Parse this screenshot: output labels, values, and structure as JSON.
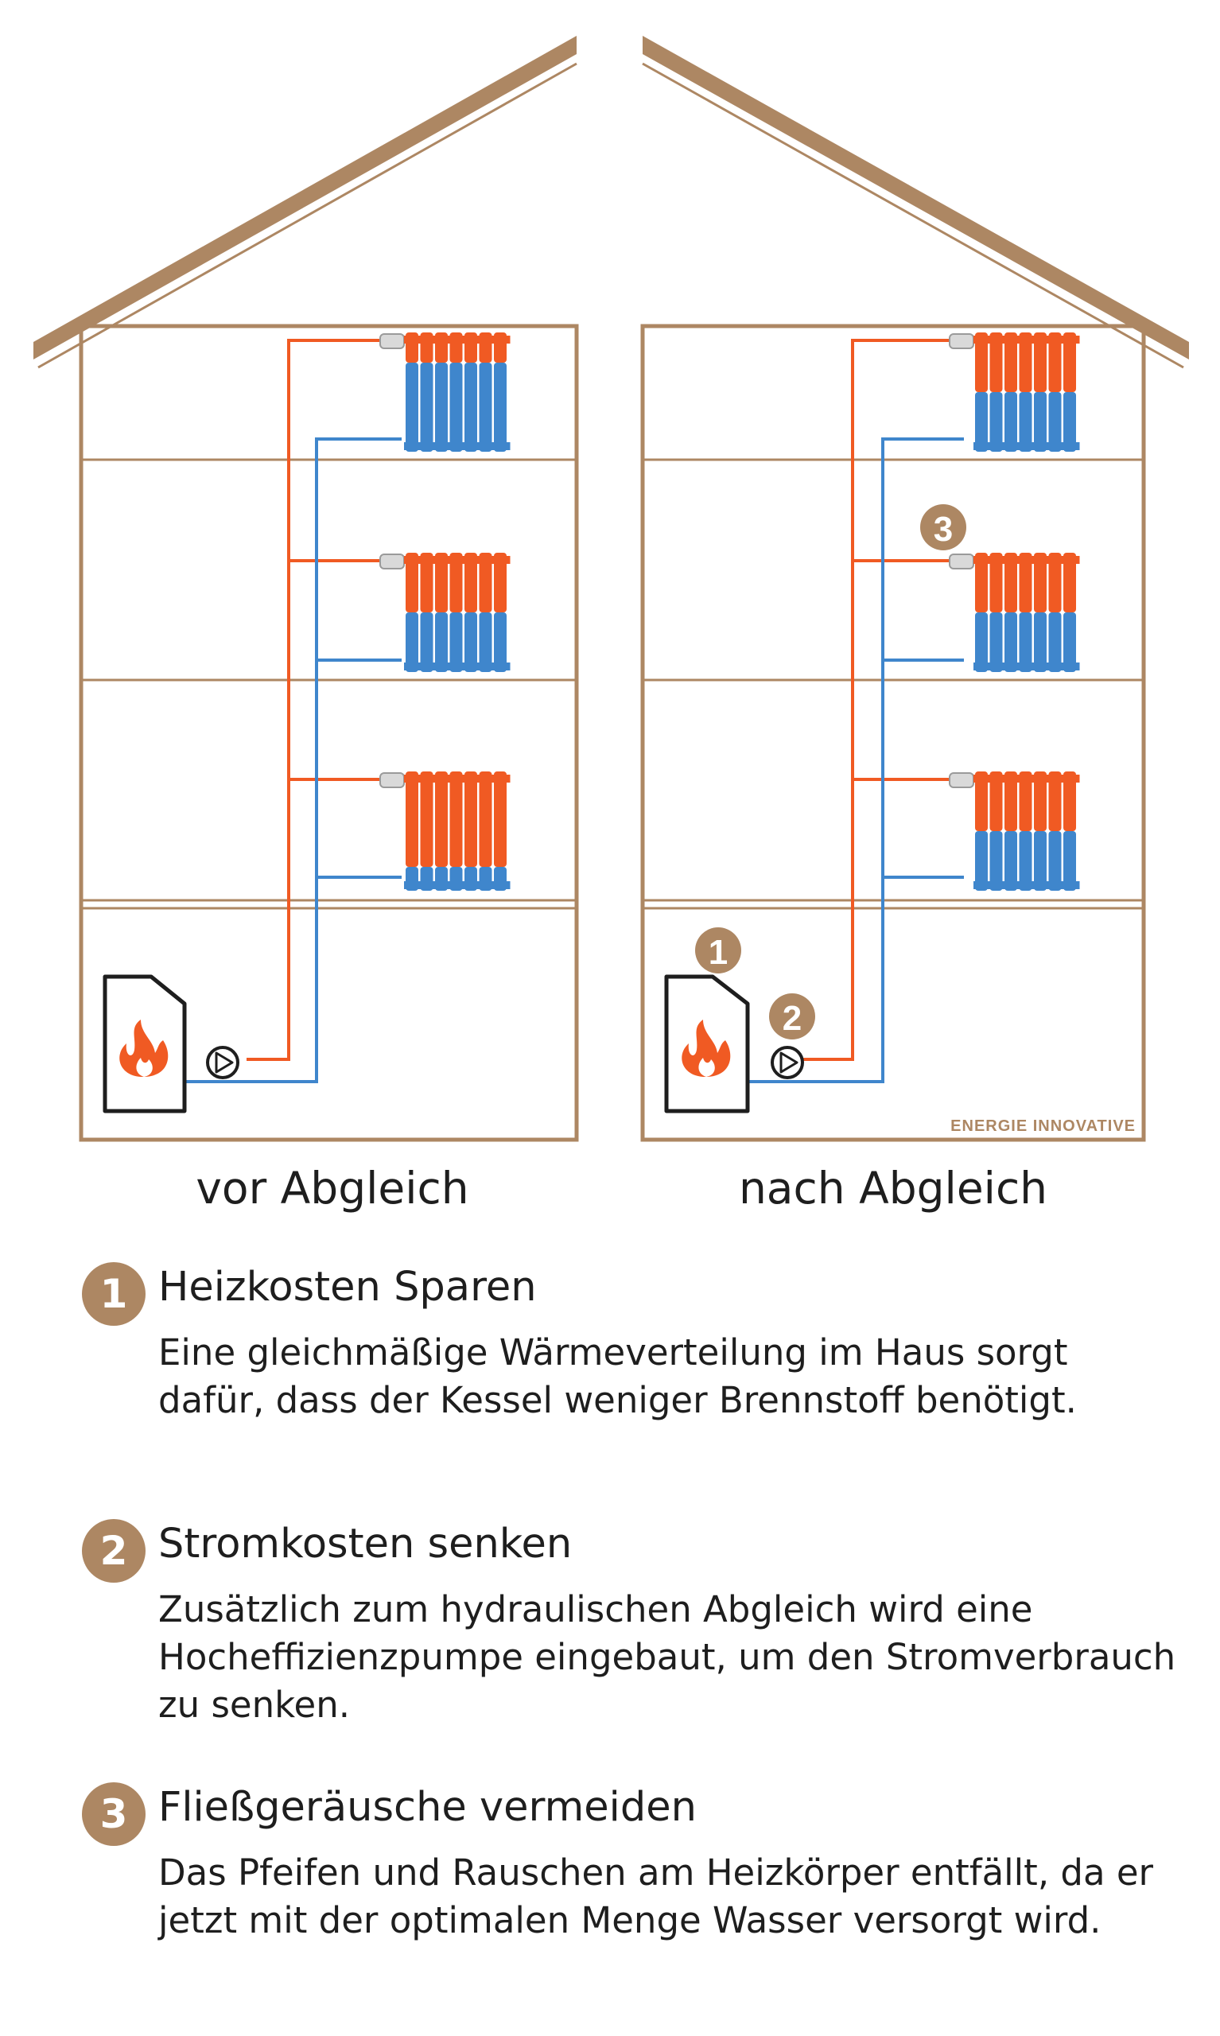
{
  "diagram": {
    "left_caption": "vor Abgleich",
    "right_caption": "nach Abgleich",
    "logo": "ENERGIE INNOVATIVE",
    "markers": [
      "1",
      "2",
      "3"
    ],
    "colors": {
      "frame": "#ad8763",
      "supply_pipe": "#f05a23",
      "return_pipe": "#3f86cc",
      "radiator_hot": "#f05a23",
      "radiator_cold": "#3f86cc",
      "flame": "#f05a23"
    },
    "radiator_fill": {
      "before": [
        0.25,
        0.5,
        0.8
      ],
      "after": [
        0.5,
        0.5,
        0.5
      ]
    }
  },
  "benefits": [
    {
      "number": "1",
      "title": "Heizkosten Sparen",
      "text": "Eine gleichmäßige Wärmeverteilung im Haus sorgt dafür, dass der Kessel weniger Brennstoff benötigt."
    },
    {
      "number": "2",
      "title": "Stromkosten senken",
      "text": "Zusätzlich zum hydraulischen Abgleich wird eine Hocheffizienzpumpe eingebaut, um den Stromverbrauch zu senken."
    },
    {
      "number": "3",
      "title": "Fließgeräusche vermeiden",
      "text": "Das Pfeifen und Rauschen am Heizkörper entfällt, da er jetzt mit der optimalen Menge Wasser versorgt wird."
    }
  ]
}
